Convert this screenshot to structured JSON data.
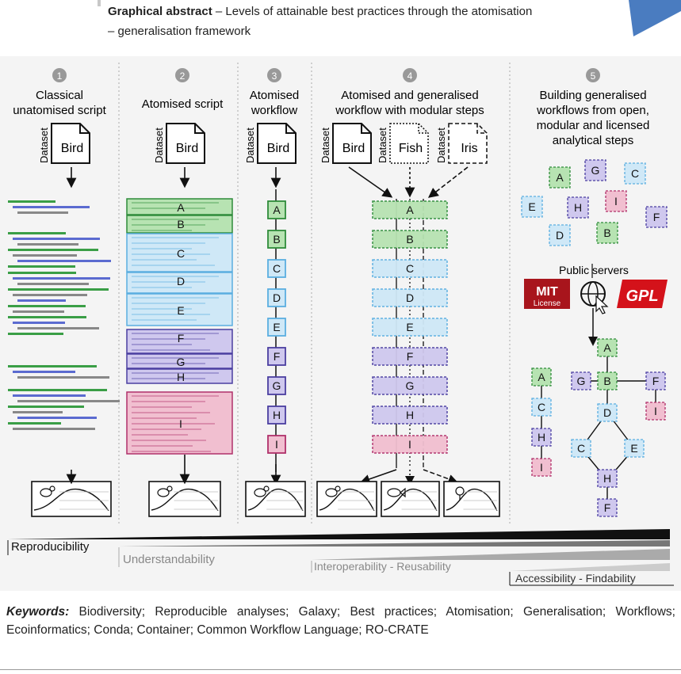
{
  "header": {
    "title_bold": "Graphical abstract",
    "title_rest": " – Levels of attainable best practices through the atomisation",
    "title_line2": "– generalisation framework"
  },
  "columns": [
    {
      "num": "1",
      "title": [
        "Classical",
        "unatomised script"
      ]
    },
    {
      "num": "2",
      "title": [
        "Atomised script"
      ]
    },
    {
      "num": "3",
      "title": [
        "Atomised",
        "workflow"
      ]
    },
    {
      "num": "4",
      "title": [
        "Atomised and generalised",
        "workflow with modular steps"
      ]
    },
    {
      "num": "5",
      "title": [
        "Building generalised",
        "workflows from open,",
        "modular and licensed",
        "analytical steps"
      ]
    }
  ],
  "datasets": {
    "label": "Dataset",
    "bird": "Bird",
    "fish": "Fish",
    "iris": "Iris"
  },
  "steps": [
    "A",
    "B",
    "C",
    "D",
    "E",
    "F",
    "G",
    "H",
    "I"
  ],
  "servers": {
    "label": "Public servers",
    "mit_top": "MIT",
    "mit_bottom": "License",
    "gpl": "GPL"
  },
  "levels": [
    "Reproducibility",
    "Understandability",
    "Interoperability - Reusability",
    "Accessibility - Findability"
  ],
  "keywords": {
    "label": "Keywords:",
    "text": " Biodiversity; Reproducible analyses; Galaxy; Best practices; Atomisation; Generalisation; Workflows; Ecoinformatics; Conda; Container; Common Workflow Language; RO-CRATE"
  },
  "colors": {
    "green_fill": "#b7e3b2",
    "green_stroke": "#2e8b3a",
    "blue_fill": "#cfe8f7",
    "blue_stroke": "#5aaee0",
    "purple_fill": "#cfc8ee",
    "purple_stroke": "#4a3ea0",
    "pink_fill": "#f1bfd0",
    "pink_stroke": "#b0306a",
    "mit_red": "#a8151c",
    "gpl_red": "#d4121a"
  }
}
